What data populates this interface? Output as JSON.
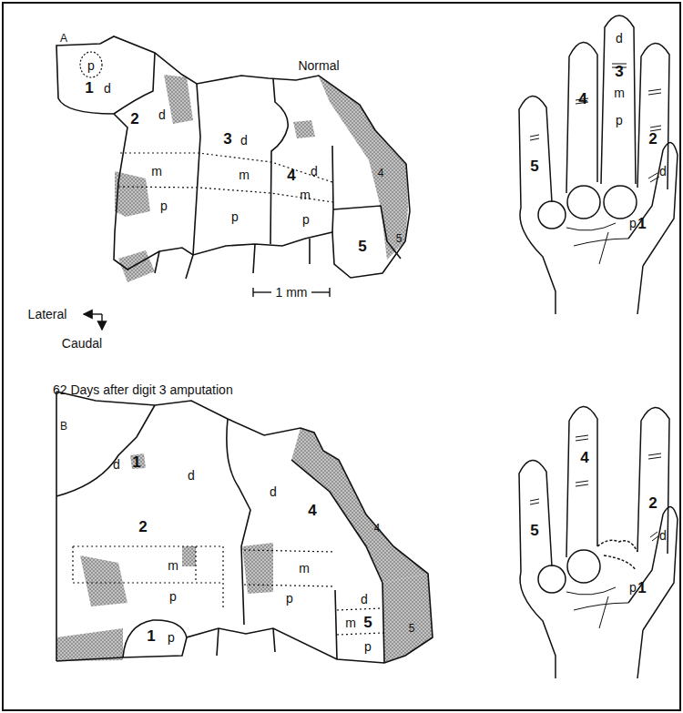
{
  "diagram": {
    "caption": "62 Days after digit 3 amputation",
    "labels": [
      "A",
      "Normal",
      "p",
      "1",
      "d",
      "2",
      "d",
      "m",
      "p",
      "3",
      "d",
      "m",
      "p",
      "4",
      "d",
      "m",
      "p",
      "5",
      "4",
      "5",
      "Lateral",
      "Caudal",
      "1 mm",
      "d",
      "3",
      "m",
      "p",
      "4",
      "2",
      "5",
      "d",
      "p",
      "1",
      "B",
      "d",
      "1",
      "d",
      "2",
      "m",
      "p",
      "1",
      "p",
      "d",
      "4",
      "4",
      "m",
      "p",
      "d",
      "5",
      "m",
      "p",
      "5",
      "4",
      "5",
      "2",
      "d",
      "p",
      "1"
    ]
  }
}
